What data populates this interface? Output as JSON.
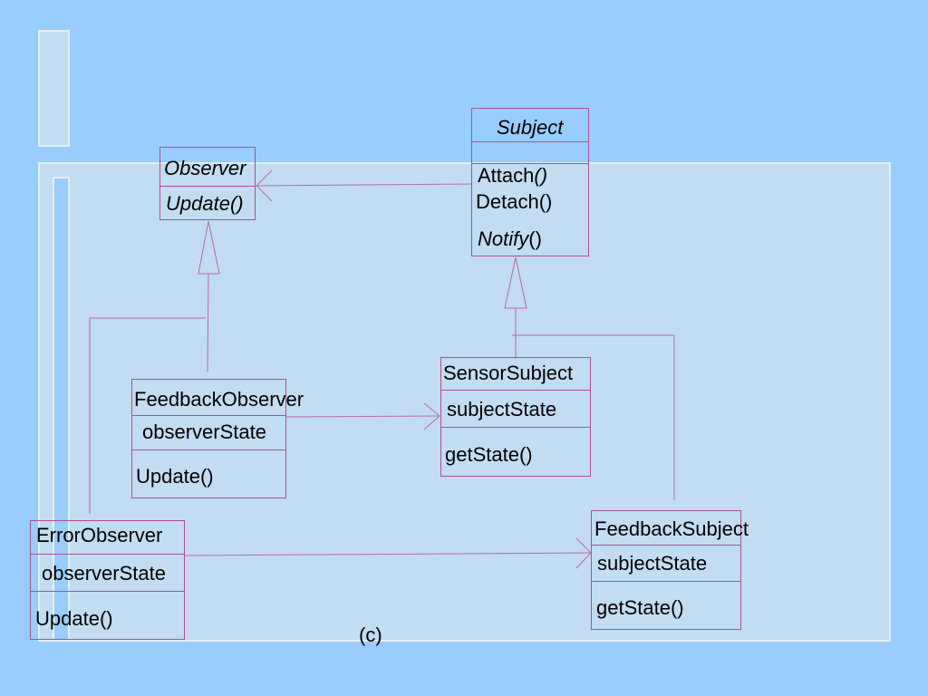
{
  "caption": "(c)",
  "classes": {
    "subject": {
      "name": "Subject",
      "attach": "Attach",
      "attach_parens": "()",
      "detach": "Detach()",
      "notify": "Notify",
      "notify_parens": "()"
    },
    "observer": {
      "name": "Observer",
      "update": "Update()"
    },
    "feedback_observer": {
      "name": "FeedbackObserver",
      "state": "observerState",
      "update": "Update()"
    },
    "sensor_subject": {
      "name": "SensorSubject",
      "state": "subjectState",
      "get": "getState()"
    },
    "error_observer": {
      "name": "ErrorObserver",
      "state": "observerState",
      "update": "Update()"
    },
    "feedback_subject": {
      "name": "FeedbackSubject",
      "state": "subjectState",
      "get": "getState()"
    }
  }
}
